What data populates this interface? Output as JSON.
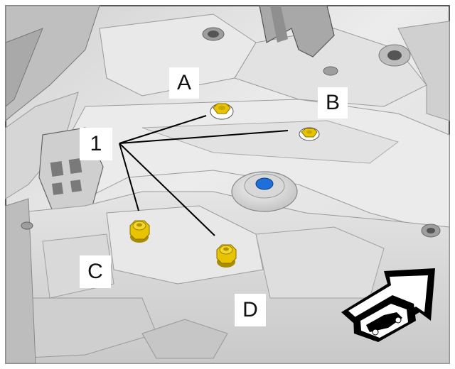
{
  "callouts": {
    "number": "1",
    "a": "A",
    "b": "B",
    "c": "C",
    "d": "D"
  },
  "colors": {
    "bolt": "#e8c400",
    "bolt_dark": "#8a7200",
    "plug": "#1e6fd9",
    "panel": "#e6e6e6",
    "panel_shadow": "#bdbdbd",
    "leader": "#000000"
  },
  "icons": {
    "direction": "vehicle-front-arrow-icon"
  }
}
